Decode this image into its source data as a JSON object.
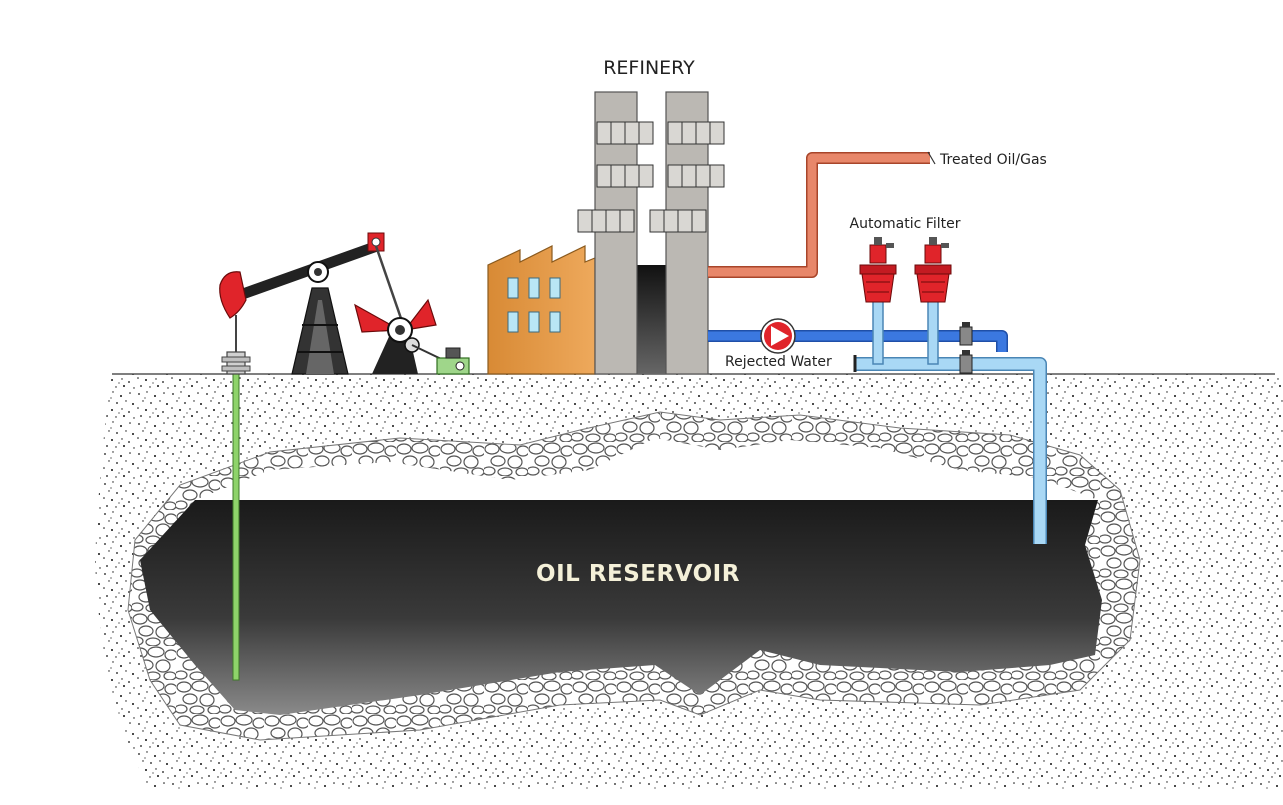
{
  "labels": {
    "refinery": "REFINERY",
    "treated": "Treated Oil/Gas",
    "filter": "Automatic Filter",
    "rejected": "Rejected Water",
    "reservoir": "OIL RESERVOIR"
  },
  "colors": {
    "ground_speckle": "#1a1a1a",
    "reservoir_top": "#1c1c1c",
    "reservoir_bottom": "#808080",
    "pipe_blue": "#3b78e0",
    "pipe_light_blue": "#a9d8f5",
    "pipe_orange": "#e8876a",
    "building_orange": "#e39a45",
    "tower_gray": "#b9b6b1",
    "pump_red": "#e0242a",
    "well_green": "#8ed36a"
  }
}
